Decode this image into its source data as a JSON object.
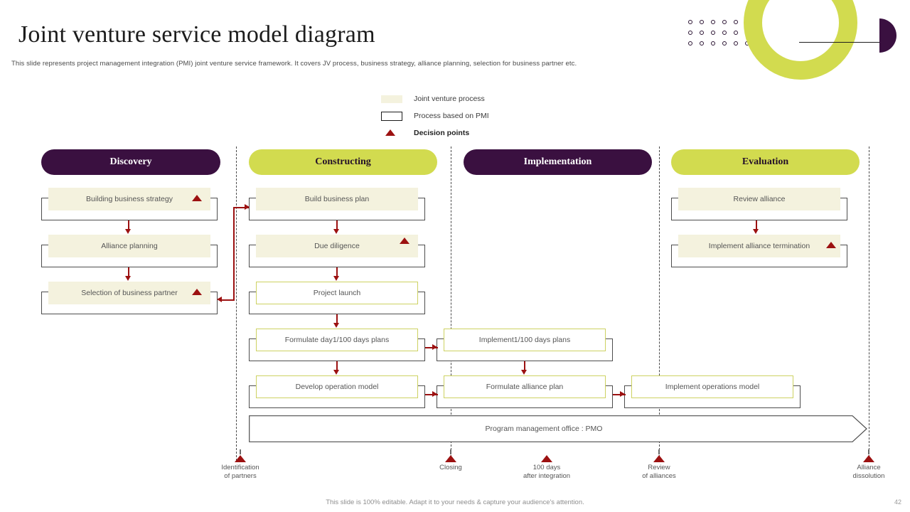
{
  "header": {
    "title": "Joint venture service model diagram",
    "subtitle": "This slide represents project management integration (PMI) joint venture service framework. It covers JV process, business strategy, alliance planning, selection for business partner etc."
  },
  "decoration": {
    "ring_color": "#d2db4f",
    "halfcircle_color": "#3a1040",
    "dot_color": "#2b1433",
    "dot_cols": 6,
    "dot_rows": 3
  },
  "legend": {
    "items": [
      {
        "label": "Joint venture process",
        "type": "swatch-filled",
        "color": "#f4f2de",
        "bold": false
      },
      {
        "label": "Process based on PMI",
        "type": "swatch-outline",
        "color": "#ffffff",
        "bold": false
      },
      {
        "label": "Decision points",
        "type": "triangle",
        "color": "#9c1111",
        "bold": true
      }
    ]
  },
  "columns": [
    {
      "label": "Discovery",
      "style": "dark"
    },
    {
      "label": "Constructing",
      "style": "lime"
    },
    {
      "label": "Implementation",
      "style": "dark"
    },
    {
      "label": "Evaluation",
      "style": "lime"
    }
  ],
  "nodes": {
    "discovery": [
      {
        "label": "Building business strategy",
        "kind": "jv",
        "decision": true
      },
      {
        "label": "Alliance planning",
        "kind": "jv",
        "decision": false
      },
      {
        "label": "Selection of business partner",
        "kind": "jv",
        "decision": true
      }
    ],
    "constructing": [
      {
        "label": "Build business plan",
        "kind": "jv",
        "decision": false
      },
      {
        "label": "Due diligence",
        "kind": "jv",
        "decision": true
      },
      {
        "label": "Project launch",
        "kind": "pmi",
        "decision": false
      },
      {
        "label": "Formulate day1/100 days plans",
        "kind": "pmi",
        "decision": false
      },
      {
        "label": "Develop operation model",
        "kind": "pmi",
        "decision": false
      }
    ],
    "implementation": [
      {
        "label": "Implement1/100 days plans",
        "kind": "pmi",
        "decision": false
      },
      {
        "label": "Formulate alliance plan",
        "kind": "pmi",
        "decision": false
      }
    ],
    "evaluation": [
      {
        "label": "Review alliance",
        "kind": "jv",
        "decision": false
      },
      {
        "label": "Implement alliance termination",
        "kind": "jv",
        "decision": true
      },
      {
        "label": "Implement operations model",
        "kind": "pmi",
        "decision": false
      }
    ]
  },
  "pmo": {
    "label": "Program management office : PMO"
  },
  "milestones": [
    {
      "line1": "Identification",
      "line2": "of partners"
    },
    {
      "line1": "Closing",
      "line2": ""
    },
    {
      "line1": "100 days",
      "line2": "after integration"
    },
    {
      "line1": "Review",
      "line2": "of alliances"
    },
    {
      "line1": "Alliance",
      "line2": "dissolution"
    }
  ],
  "footer": {
    "note": "This slide is 100% editable. Adapt it to your needs & capture your audience's attention.",
    "page": "42"
  },
  "colors": {
    "dark_purple": "#3a1040",
    "lime": "#d2db4f",
    "cream": "#f4f2de",
    "arrow_red": "#9c1111"
  }
}
